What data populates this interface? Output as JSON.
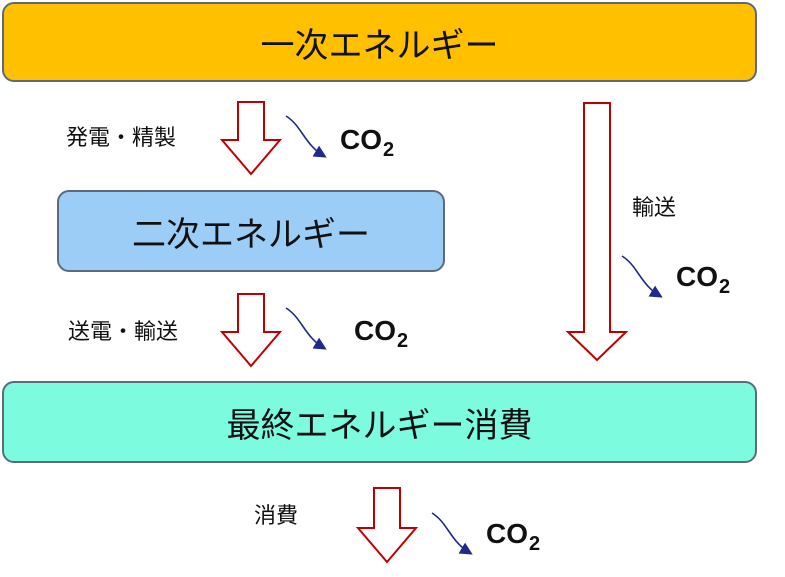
{
  "boxes": {
    "primary": "一次エネルギー",
    "secondary": "二次エネルギー",
    "final": "最終エネルギー消費"
  },
  "labels": {
    "power_refining": "発電・精製",
    "transmission_transport": "送電・輸送",
    "transport": "輸送",
    "consumption": "消費"
  },
  "co2": {
    "main": "CO",
    "subscript": "2"
  },
  "colors": {
    "primary_box": "#ffc000",
    "secondary_box": "#9ccdf7",
    "final_box": "#7dfbdf",
    "arrow_outline": "#c00000",
    "emission_arrow": "#1f2a8a"
  }
}
